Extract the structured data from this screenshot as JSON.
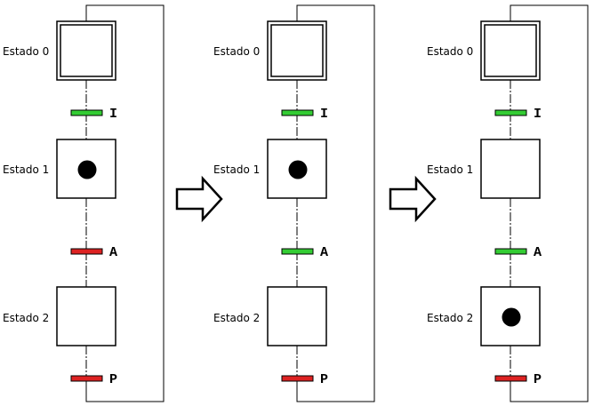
{
  "colors": {
    "active_transition": "#33cc33",
    "inactive_transition": "#dd2222",
    "line": "#000000",
    "token": "#000000"
  },
  "step_labels": [
    "Estado 0",
    "Estado 1",
    "Estado 2"
  ],
  "transition_labels": [
    "I",
    "A",
    "P"
  ],
  "panels": [
    {
      "initial_step": "Estado 0",
      "active_token_step": "Estado 1",
      "transition_states": [
        "green",
        "red",
        "red"
      ]
    },
    {
      "initial_step": "Estado 0",
      "active_token_step": "Estado 1",
      "transition_states": [
        "green",
        "green",
        "red"
      ]
    },
    {
      "initial_step": "Estado 0",
      "active_token_step": "Estado 2",
      "transition_states": [
        "green",
        "green",
        "red"
      ]
    }
  ],
  "arrows": [
    {
      "icon": "right-arrow-icon"
    },
    {
      "icon": "right-arrow-icon"
    }
  ]
}
